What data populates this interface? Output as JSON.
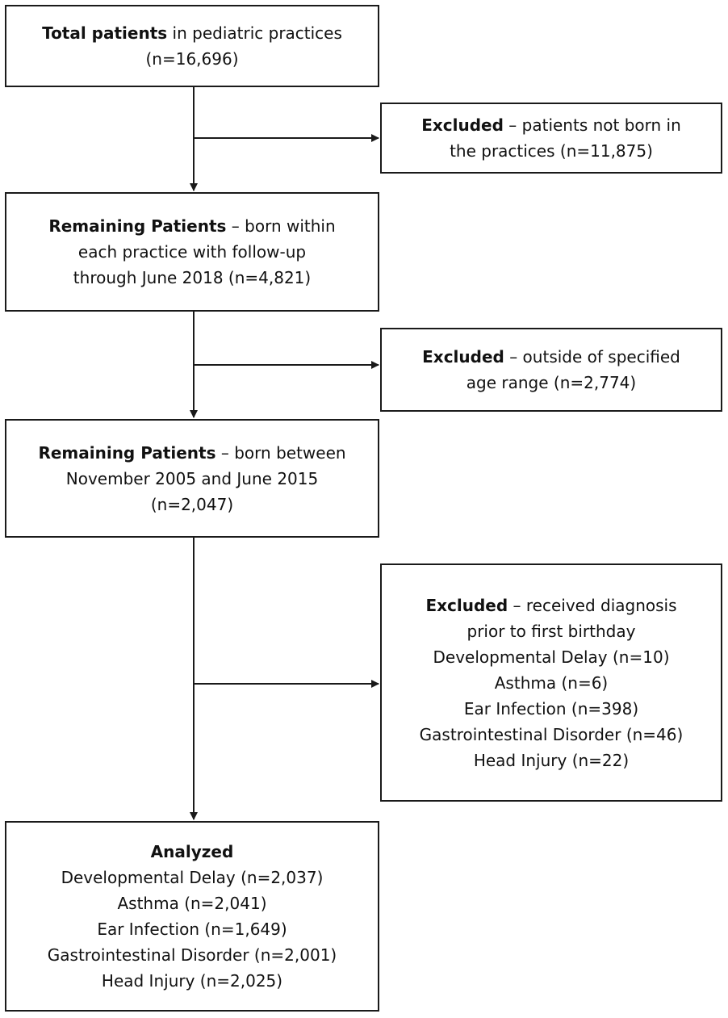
{
  "boxes": {
    "total": {
      "title": "Total patients",
      "text": " in pediatric practices",
      "count": "(n=16,696)"
    },
    "excluded_1": {
      "title": "Excluded",
      "text": " – patients not born in",
      "line2": "the practices (n=11,875)"
    },
    "remaining_1": {
      "title": "Remaining Patients",
      "text": " – born within",
      "line2": "each practice with follow-up",
      "line3": "through June 2018 (n=4,821)"
    },
    "excluded_2": {
      "title": "Excluded",
      "text": " – outside of specified",
      "line2": "age range (n=2,774)"
    },
    "remaining_2": {
      "title": "Remaining Patients",
      "text": " – born between",
      "line2": "November 2005 and June 2015",
      "line3": "(n=2,047)"
    },
    "excluded_3": {
      "title": "Excluded",
      "text": " – received diagnosis",
      "line2": "prior to first birthday",
      "items": [
        "Developmental Delay (n=10)",
        "Asthma (n=6)",
        "Ear Infection (n=398)",
        "Gastrointestinal Disorder (n=46)",
        "Head Injury (n=22)"
      ]
    },
    "analyzed": {
      "title": "Analyzed",
      "items": [
        "Developmental Delay (n=2,037)",
        "Asthma (n=2,041)",
        "Ear Infection (n=1,649)",
        "Gastrointestinal Disorder (n=2,001)",
        "Head Injury (n=2,025)"
      ]
    }
  }
}
